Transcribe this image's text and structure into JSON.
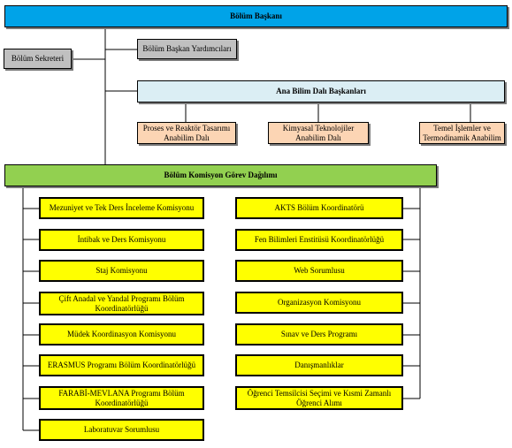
{
  "head": "Bölüm Başkanı",
  "secretary": "Bölüm Sekreteri",
  "assistants": "Bölüm Başkan Yardımcıları",
  "division_heads": "Ana Bilim Dalı Başkanları",
  "divisions": [
    "Proses ve Reaktör Tasarımı Anabilim Dalı",
    "Kimyasal Teknolojiler Anabilim Dalı",
    "Temel İşlemler ve Termodinamik Anabilim"
  ],
  "commission": "Bölüm Komisyon Görev Dağılımı",
  "left_items": [
    "Mezuniyet ve Tek Ders İnceleme Komisyonu",
    "İntibak ve Ders Komisyonu",
    "Staj Komisyonu",
    "Çift Anadal ve Yandal Programı Bölüm Koordinatörlüğü",
    "Müdek Koordinasyon Komisyonu",
    "ERASMUS Programı Bölüm Koordinatörlüğü",
    "FARABİ-MEVLANA  Programı Bölüm Koordinatörlüğü",
    "Laboratuvar Sorumlusu"
  ],
  "right_items": [
    "AKTS Bölüm Koordinatörü",
    "Fen Bilimleri Enstitüsü Koordinatörlüğü",
    "Web Sorumlusu",
    "Organizasyon Komisyonu",
    "Sınav ve Ders Programı",
    "Danışmanlıklar",
    "Öğrenci Temsilcisi Seçimi ve Kısmi Zamanlı Öğrenci Alımı"
  ],
  "colors": {
    "head": "#00a3e8",
    "secretary": "#c0c0c0",
    "assistants": "#c0c0c0",
    "division_heads": "#dbeef4",
    "divisions": "#fcd5b4",
    "commission": "#92d050",
    "items": "#ffff00"
  }
}
